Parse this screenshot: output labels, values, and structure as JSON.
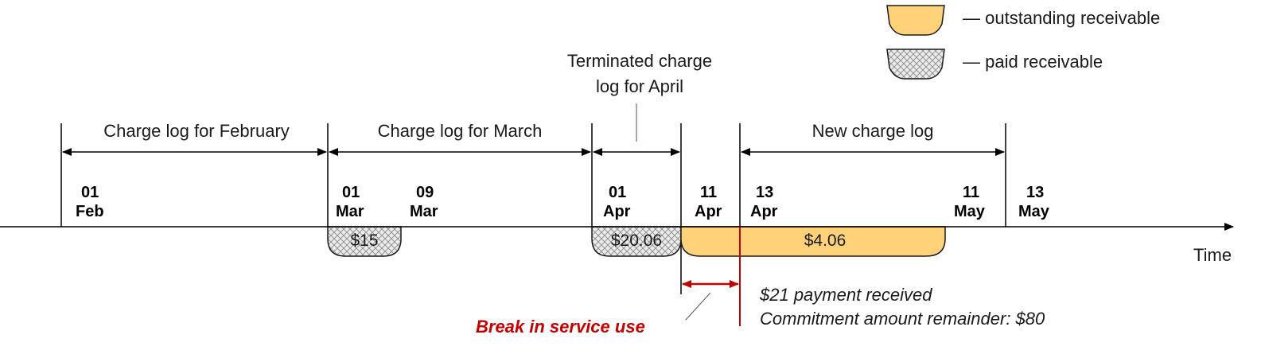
{
  "legend": {
    "outstanding": "— outstanding receivable",
    "paid": "— paid receivable"
  },
  "periods": {
    "february": "Charge log for February",
    "march": "Charge log for March",
    "terminated_line1": "Terminated charge",
    "terminated_line2": "log for April",
    "new": "New charge log"
  },
  "dates": [
    {
      "day": "01",
      "month": "Feb"
    },
    {
      "day": "01",
      "month": "Mar"
    },
    {
      "day": "09",
      "month": "Mar"
    },
    {
      "day": "01",
      "month": "Apr"
    },
    {
      "day": "11",
      "month": "Apr"
    },
    {
      "day": "13",
      "month": "Apr"
    },
    {
      "day": "11",
      "month": "May"
    },
    {
      "day": "13",
      "month": "May"
    }
  ],
  "receivables": {
    "march_paid": "$15",
    "april_paid": "$20.06",
    "outstanding": "$4.06"
  },
  "axis_label": "Time",
  "payment_note_line1": "$21 payment received",
  "payment_note_line2": "Commitment amount remainder: $80",
  "break_label": "Break in service use",
  "colors": {
    "outstanding_fill": "#ffd27a",
    "break_red": "#c00000"
  }
}
